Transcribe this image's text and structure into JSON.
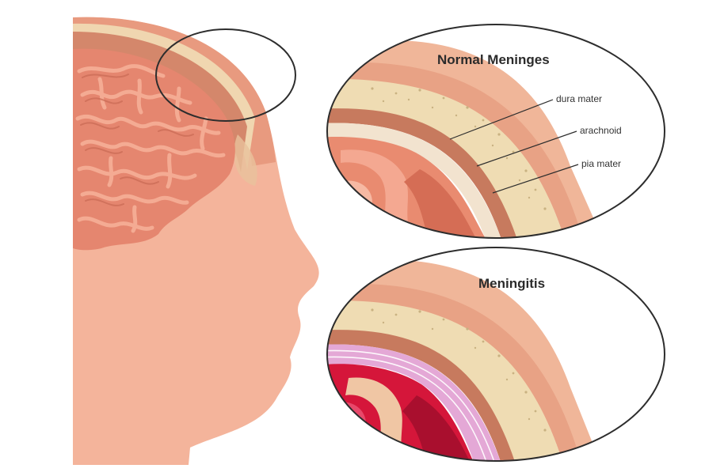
{
  "normal": {
    "title": "Normal Meninges",
    "labels": {
      "dura": "dura mater",
      "arachnoid": "arachnoid",
      "pia": "pia mater"
    }
  },
  "infected": {
    "title": "Meningitis"
  },
  "colors": {
    "skin": "#f4b49b",
    "skin_shadow": "#e99a80",
    "brain": "#e5866f",
    "brain_fold": "#f3a891",
    "bone": "#efdcb3",
    "dura": "#c77a5e",
    "inflamed_tissue": "#d5163a",
    "inflamed_membrane": "#e4a8d6",
    "outline": "#2d2d2d"
  }
}
